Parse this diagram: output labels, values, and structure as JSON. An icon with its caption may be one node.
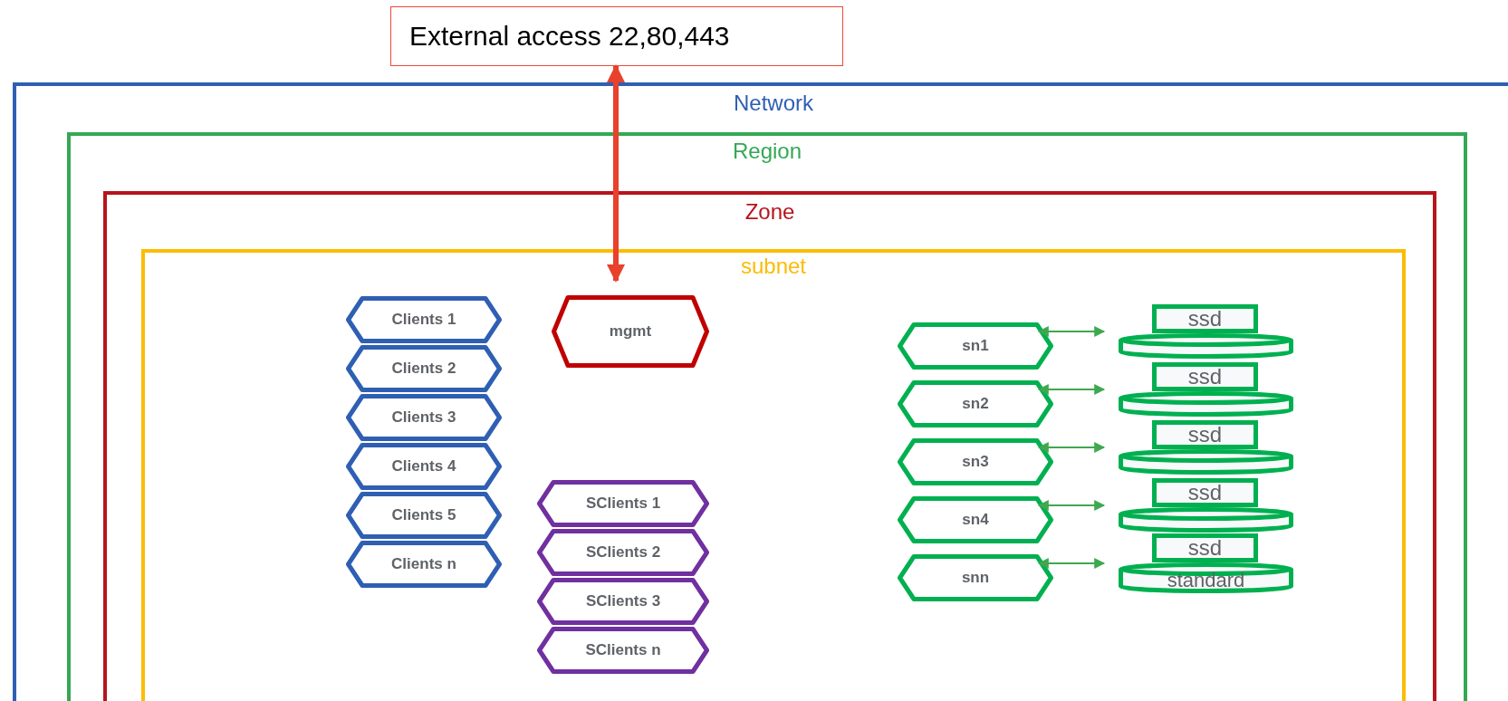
{
  "diagram": {
    "nodes": [
      {
        "text": [
          "External access 22,80,443"
        ]
      },
      {
        "text": [
          "Network"
        ]
      },
      {
        "text": [
          "Region"
        ],
        "in": 1
      },
      {
        "text": [
          "Zone"
        ],
        "in": 2
      },
      {
        "text": [
          "subnet"
        ],
        "in": 3
      },
      {
        "text": [
          "mgmt"
        ],
        "in": 4
      },
      {
        "text": [
          "Clients 1"
        ],
        "in": 4
      },
      {
        "text": [
          "Clients 2"
        ],
        "in": 4
      },
      {
        "text": [
          "Clients 3"
        ],
        "in": 4
      },
      {
        "text": [
          "Clients 4"
        ],
        "in": 4
      },
      {
        "text": [
          "Clients 5"
        ],
        "in": 4
      },
      {
        "text": [
          "Clients n"
        ],
        "in": 4
      },
      {
        "text": [
          "SClients 1"
        ],
        "in": 4
      },
      {
        "text": [
          "SClients 2"
        ],
        "in": 4
      },
      {
        "text": [
          "SClients 3"
        ],
        "in": 4
      },
      {
        "text": [
          "SClients n"
        ],
        "in": 4
      },
      {
        "text": [
          "sn1"
        ],
        "in": 4
      },
      {
        "text": [
          "sn2"
        ],
        "in": 4
      },
      {
        "text": [
          "sn3"
        ],
        "in": 4
      },
      {
        "text": [
          "sn4"
        ],
        "in": 4
      },
      {
        "text": [
          "snn"
        ],
        "in": 4
      },
      {
        "text": [
          "ssd"
        ],
        "in": 4
      },
      {
        "text": [],
        "shape": "cylinder",
        "in": 4
      },
      {
        "text": [
          "ssd"
        ],
        "in": 4
      },
      {
        "text": [],
        "shape": "cylinder",
        "in": 4
      },
      {
        "text": [
          "ssd"
        ],
        "in": 4
      },
      {
        "text": [],
        "shape": "cylinder",
        "in": 4
      },
      {
        "text": [
          "ssd"
        ],
        "in": 4
      },
      {
        "text": [],
        "shape": "cylinder",
        "in": 4
      },
      {
        "text": [
          "ssd"
        ],
        "in": 4
      },
      {
        "text": [
          "standard"
        ],
        "in": 4
      }
    ],
    "edges": [
      {
        "from": 0,
        "to": 5,
        "arrow": "both",
        "style": "thick",
        "color": "#e8412c"
      },
      {
        "from": 16,
        "to": 22,
        "arrow": "both"
      },
      {
        "from": 17,
        "to": 24,
        "arrow": "both"
      },
      {
        "from": 18,
        "to": 26,
        "arrow": "both"
      },
      {
        "from": 19,
        "to": 28,
        "arrow": "both"
      },
      {
        "from": 20,
        "to": 30,
        "arrow": "both"
      }
    ]
  }
}
